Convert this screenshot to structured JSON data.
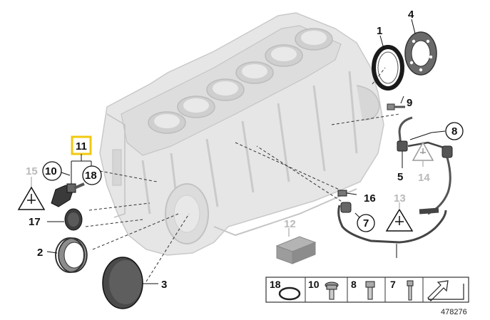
{
  "diagram": {
    "id": "478276",
    "highlight_color": "#f2c811",
    "callouts": {
      "c1": "1",
      "c2": "2",
      "c3": "3",
      "c4": "4",
      "c5": "5",
      "c7": "7",
      "c8": "8",
      "c9": "9",
      "c10": "10",
      "c11": "11",
      "c12": "12",
      "c13": "13",
      "c14": "14",
      "c15": "15",
      "c16": "16",
      "c17": "17",
      "c18": "18"
    },
    "legend": {
      "l18": "18",
      "l10": "10",
      "l8": "8",
      "l7": "7"
    }
  }
}
